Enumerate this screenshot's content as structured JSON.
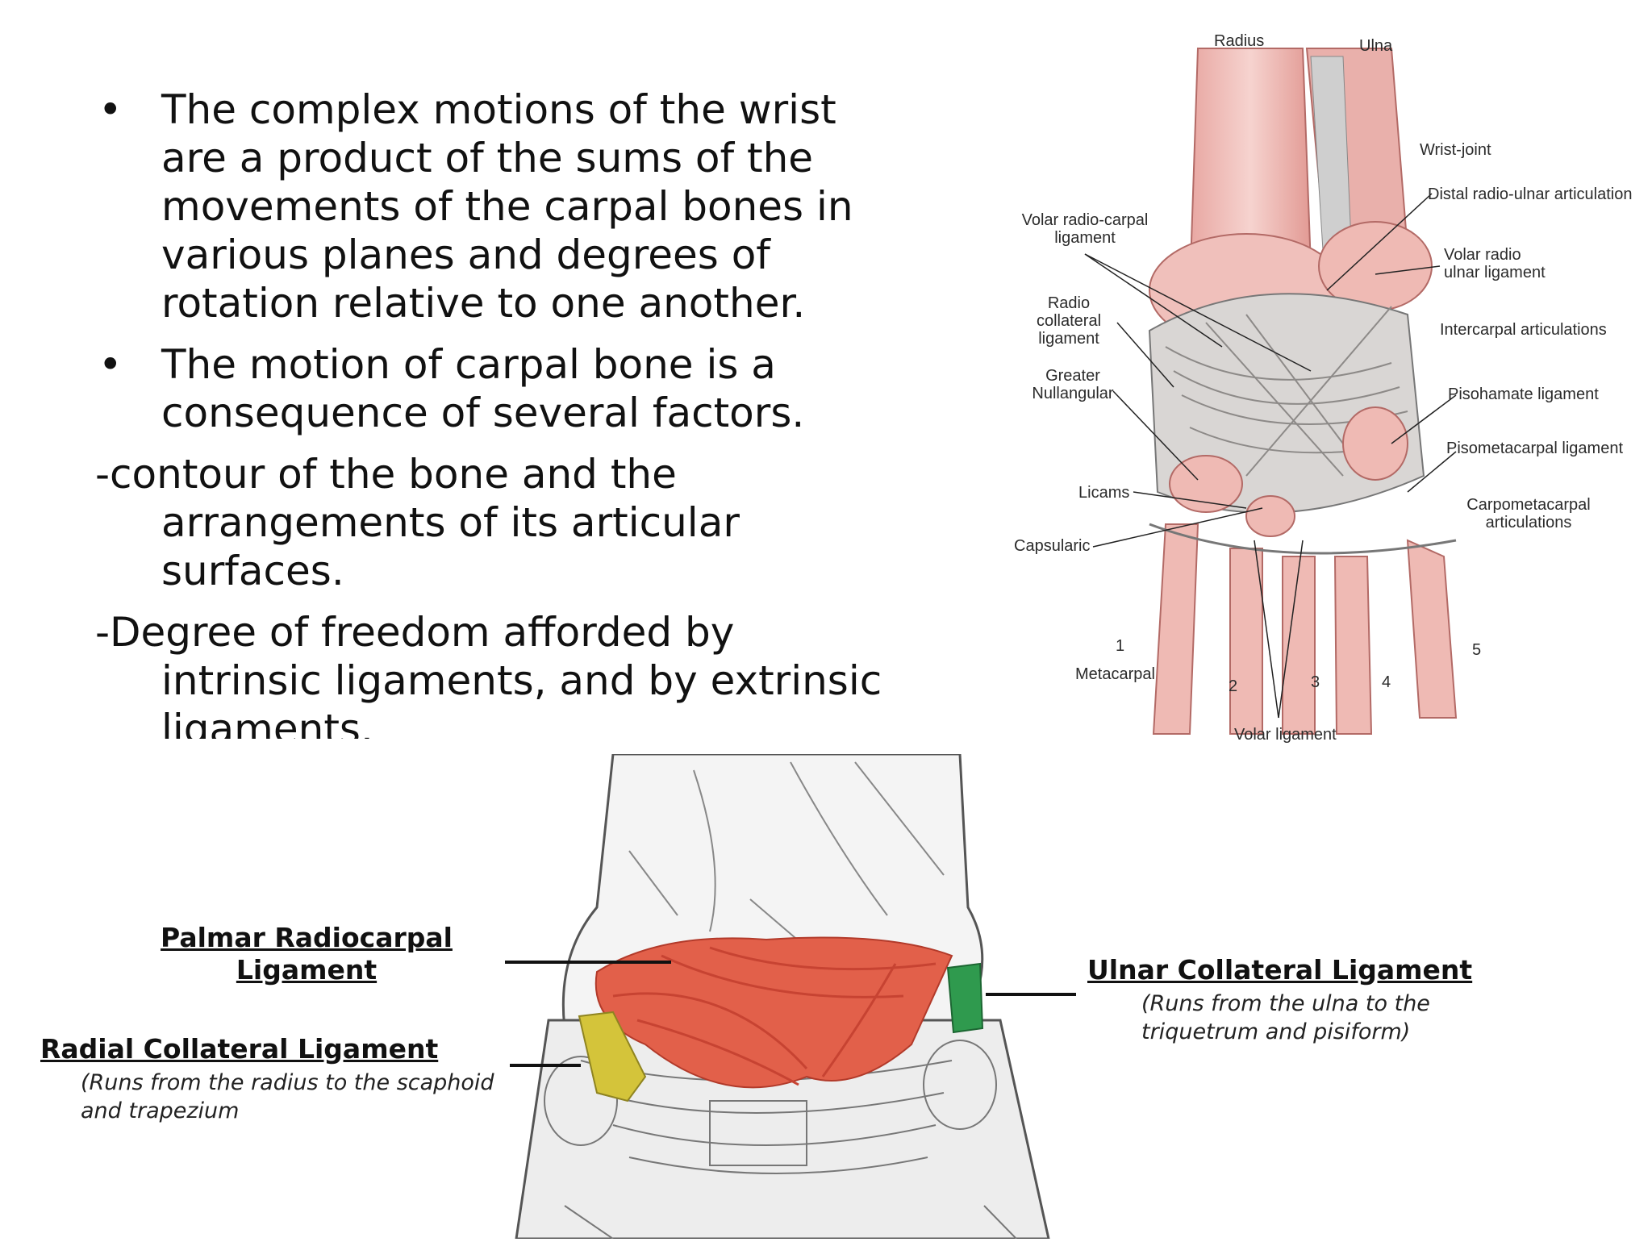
{
  "text": {
    "bullets": [
      "The complex motions of the wrist are a product of the sums of the movements of the carpal bones in various planes and degrees of rotation relative to one another.",
      "The motion of  carpal bone is a consequence of several factors."
    ],
    "bullet_symbol": "•",
    "dashes": [
      "-contour of the bone and the arrangements of its articular surfaces.",
      "-Degree of freedom afforded by intrinsic ligaments, and by extrinsic ligaments."
    ]
  },
  "top_figure": {
    "labels": {
      "radius": "Radius",
      "ulna": "Ulna",
      "wrist_joint": "Wrist-joint",
      "distal_radio_ulnar": "Distal radio-ulnar articulation",
      "volar_radio_carpal": "Volar radio-carpal ligament",
      "volar_radio_ulnar": "Volar radio ulnar ligament",
      "radio_collateral": "Radio collateral ligament",
      "intercarpal": "Intercarpal articulations",
      "greater_nullangular": "Greater Nullangular",
      "pisohamate": "Pisohamate ligament",
      "pisometacarpal": "Pisometacarpal ligament",
      "licams": "Licams",
      "carpometacarpal": "Carpometacarpal articulations",
      "capsularic": "Capsularic",
      "metacarpal": "Metacarpal",
      "volar_ligament": "Volar ligament",
      "n1": "1",
      "n2": "2",
      "n3": "3",
      "n4": "4",
      "n5": "5"
    }
  },
  "bottom_figure": {
    "palmar_title": "Palmar Radiocarpal Ligament",
    "radial_title": "Radial Collateral Ligament",
    "radial_note": "(Runs from the radius to the scaphoid and trapezium",
    "ulnar_title": "Ulnar Collateral Ligament",
    "ulnar_note": "(Runs from the ulna to the triquetrum and pisiform)"
  },
  "colors": {
    "palmar_ligament": "#e2604a",
    "radial_ligament": "#d4c43a",
    "ulnar_ligament": "#2f9a4e",
    "bone_pink": "#f1c2bd",
    "bone_pink_dark": "#df8c86"
  }
}
